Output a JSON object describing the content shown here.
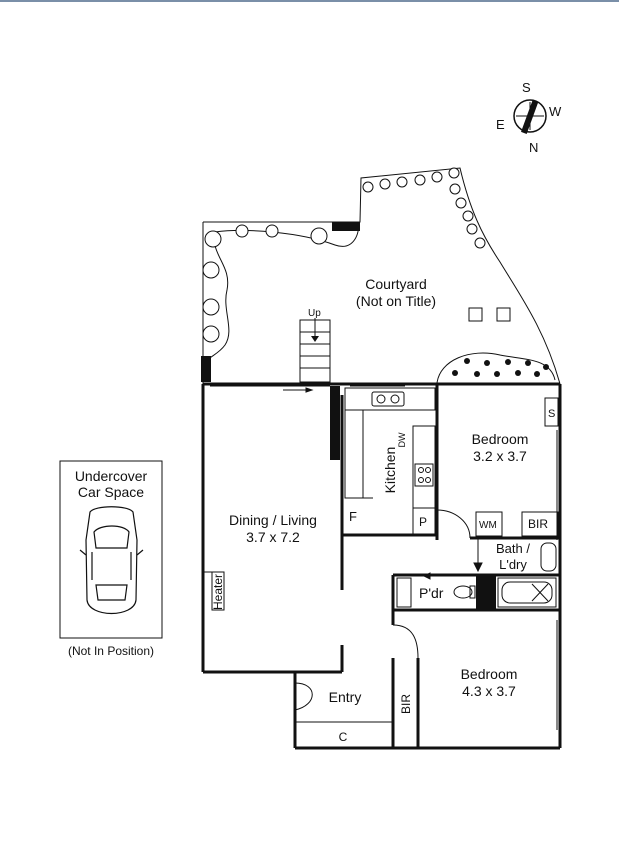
{
  "compass": {
    "s": "S",
    "w": "W",
    "e": "E",
    "n": "N"
  },
  "courtyard": {
    "name": "Courtyard",
    "note": "(Not on Title)",
    "stairs_label": "Up"
  },
  "rooms": {
    "dining_living": {
      "name": "Dining / Living",
      "size": "3.7 x 7.2"
    },
    "kitchen": {
      "name": "Kitchen",
      "dw": "DW",
      "fridge": "F",
      "pantry": "P"
    },
    "bedroom1": {
      "name": "Bedroom",
      "size": "3.2 x 3.7",
      "shelf": "S",
      "bir": "BIR",
      "wm": "WM"
    },
    "bath": {
      "line1": "Bath /",
      "line2": "L'dry"
    },
    "powder": {
      "name": "P'dr"
    },
    "bedroom2": {
      "name": "Bedroom",
      "size": "4.3 x 3.7",
      "bir": "BIR"
    },
    "entry": {
      "name": "Entry",
      "cupboard": "C"
    },
    "heater": "Heater"
  },
  "carspace": {
    "line1": "Undercover",
    "line2": "Car Space",
    "note": "(Not In Position)"
  }
}
